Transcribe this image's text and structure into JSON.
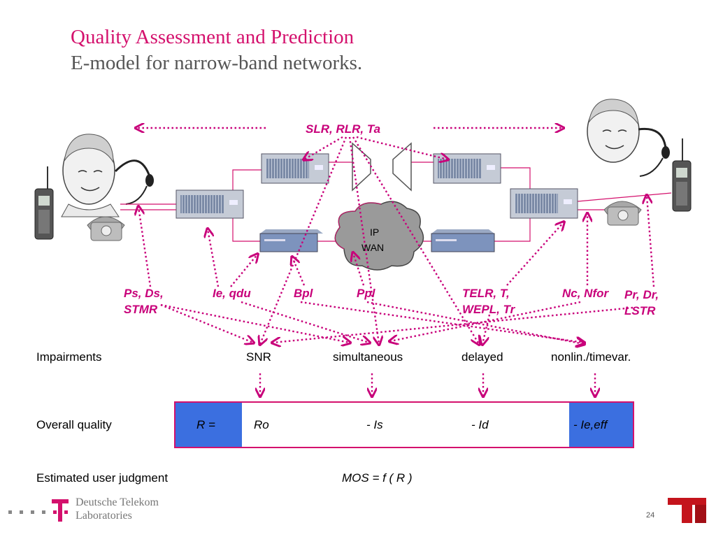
{
  "header": {
    "title": "Quality Assessment and Prediction",
    "subtitle": "E-model for narrow-band networks."
  },
  "network": {
    "top_label": "SLR, RLR, Ta",
    "cloud_label_1": "IP",
    "cloud_label_2": "WAN",
    "param_labels": {
      "ps_ds_1": "Ps, Ds,",
      "ps_ds_2": "STMR",
      "ie_qdu": "Ie, qdu",
      "bpl": "Bpl",
      "ppl": "Ppl",
      "telr_1": "TELR, T,",
      "telr_2": "WEPL, Tr",
      "nc_nfor": "Nc, Nfor",
      "pr_dr_1": "Pr, Dr,",
      "pr_dr_2": "LSTR"
    }
  },
  "impairments": {
    "row_label": "Impairments",
    "categories": [
      "SNR",
      "simultaneous",
      "delayed",
      "nonlin./timevar."
    ]
  },
  "overall_quality": {
    "row_label": "Overall quality",
    "terms": {
      "r": "R =",
      "ro": "Ro",
      "is": "- Is",
      "id": "- Id",
      "ie_eff": "- Ie,eff"
    }
  },
  "judgment": {
    "row_label": "Estimated user judgment",
    "formula": "MOS = f ( R )"
  },
  "footer": {
    "logo_line1": "Deutsche Telekom",
    "logo_line2": "Laboratories",
    "page_number": "24"
  },
  "colors": {
    "accent_magenta": "#d4116d",
    "arrow_magenta": "#c8007a",
    "bar_blue": "#3b6fe0"
  }
}
